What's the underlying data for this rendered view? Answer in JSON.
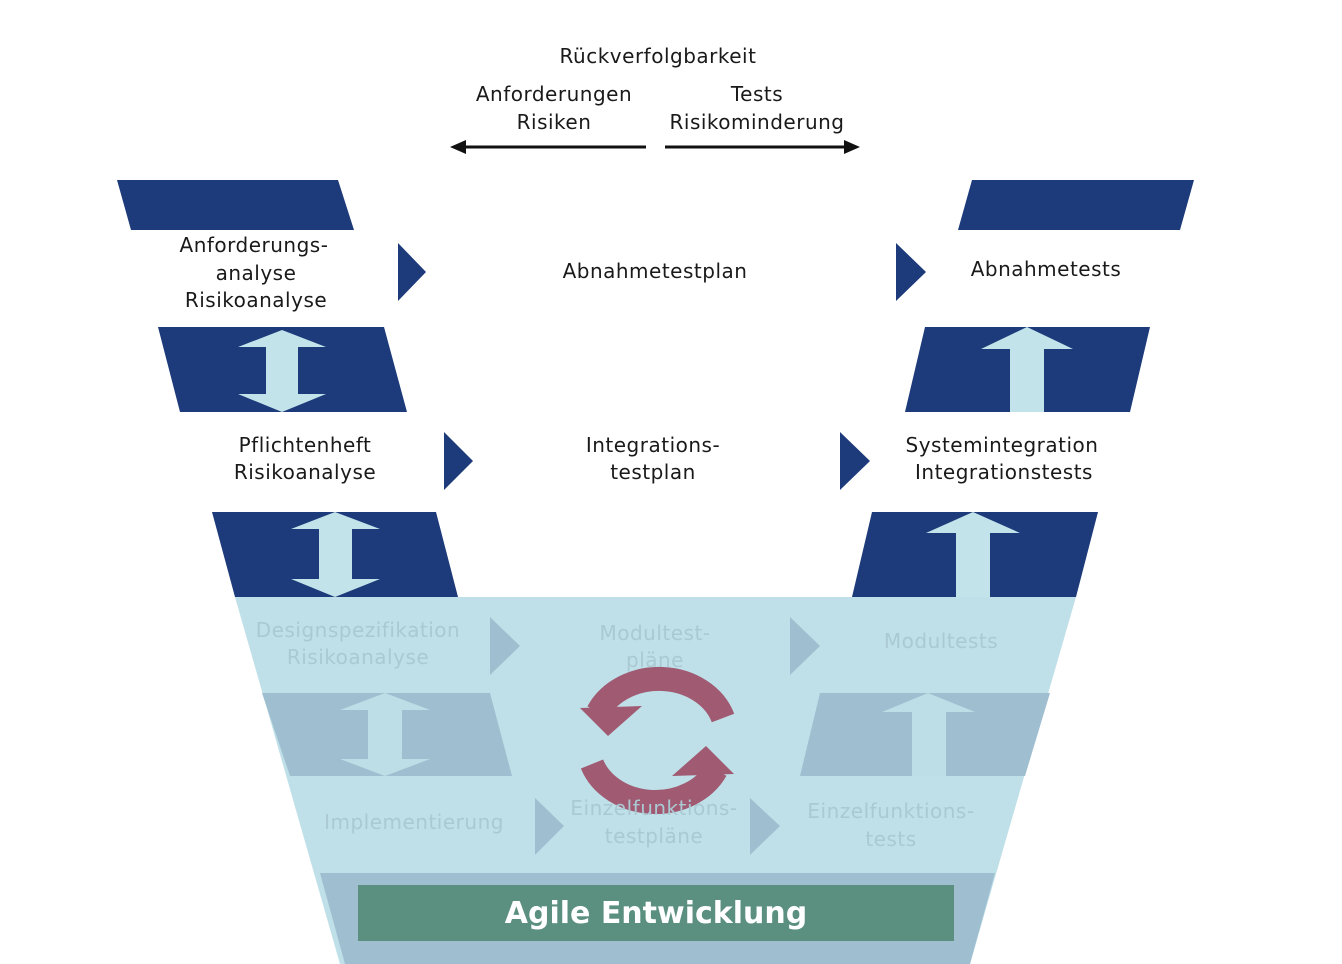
{
  "traceability": {
    "title": "Rückverfolgbarkeit",
    "left_line1": "Anforderungen",
    "left_line2": "Risiken",
    "right_line1": "Tests",
    "right_line2": "Risikominderung"
  },
  "level1": {
    "left_line1": "Anforderungs-",
    "left_line2": "analyse",
    "left_line3": "Risikoanalyse",
    "middle": "Abnahmetestplan",
    "right": "Abnahmetests"
  },
  "level2": {
    "left_line1": "Pflichtenheft",
    "left_line2": "Risikoanalyse",
    "middle_line1": "Integrations-",
    "middle_line2": "testplan",
    "right_line1": "Systemintegration",
    "right_line2": "Integrationstests"
  },
  "level3": {
    "left_line1": "Designspezifikation",
    "left_line2": "Risikoanalyse",
    "middle_line1": "Modultest-",
    "middle_line2": "pläne",
    "right": "Modultests"
  },
  "level4": {
    "left": "Implementierung",
    "middle_line1": "Einzelfunktions-",
    "middle_line2": "testpläne",
    "right_line1": "Einzelfunktions-",
    "right_line2": "tests"
  },
  "banner": {
    "label": "Agile Entwicklung"
  },
  "colors": {
    "navy": "#1d3a7a",
    "light_blue": "#bfe0e8",
    "mid_blue": "#9fbfd0",
    "arrow_light": "#c2e3ea",
    "cycle": "#a05a72",
    "banner": "#5b9080"
  },
  "icons": {
    "cycle": "circular-arrows-icon"
  }
}
